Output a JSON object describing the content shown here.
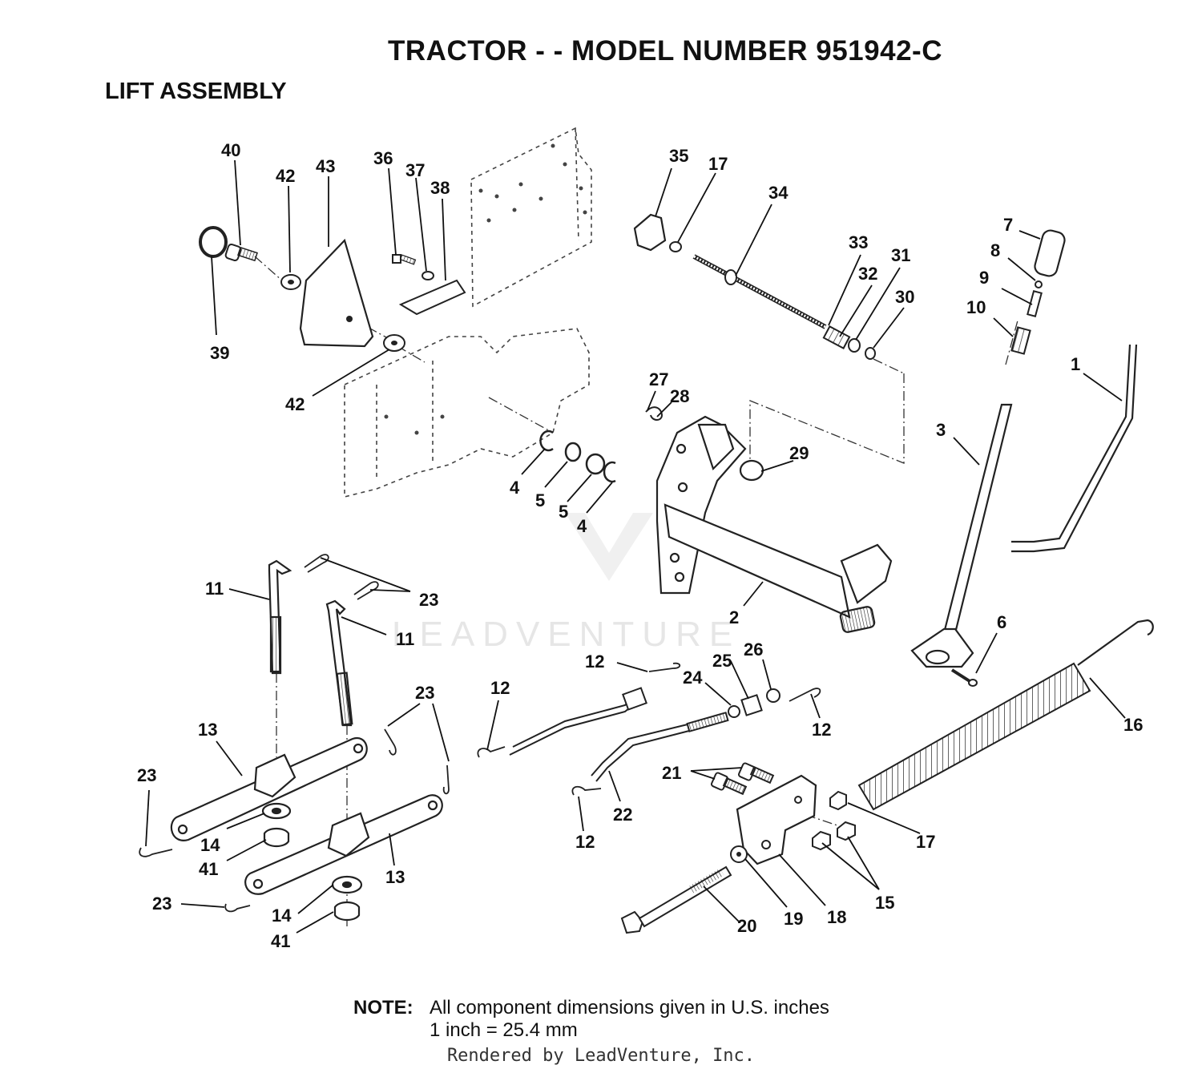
{
  "header": {
    "title": "TRACTOR - - MODEL NUMBER 951942-C",
    "subtitle": "LIFT ASSEMBLY"
  },
  "watermark": {
    "text": "LEADVENTURE"
  },
  "callouts": [
    {
      "id": "c40",
      "label": "40"
    },
    {
      "id": "c42a",
      "label": "42"
    },
    {
      "id": "c43",
      "label": "43"
    },
    {
      "id": "c36",
      "label": "36"
    },
    {
      "id": "c37",
      "label": "37"
    },
    {
      "id": "c38",
      "label": "38"
    },
    {
      "id": "c39",
      "label": "39"
    },
    {
      "id": "c42b",
      "label": "42"
    },
    {
      "id": "c35",
      "label": "35"
    },
    {
      "id": "c17a",
      "label": "17"
    },
    {
      "id": "c34",
      "label": "34"
    },
    {
      "id": "c33",
      "label": "33"
    },
    {
      "id": "c32",
      "label": "32"
    },
    {
      "id": "c31",
      "label": "31"
    },
    {
      "id": "c30",
      "label": "30"
    },
    {
      "id": "c7",
      "label": "7"
    },
    {
      "id": "c8",
      "label": "8"
    },
    {
      "id": "c9",
      "label": "9"
    },
    {
      "id": "c10",
      "label": "10"
    },
    {
      "id": "c1",
      "label": "1"
    },
    {
      "id": "c3",
      "label": "3"
    },
    {
      "id": "c27",
      "label": "27"
    },
    {
      "id": "c28",
      "label": "28"
    },
    {
      "id": "c29",
      "label": "29"
    },
    {
      "id": "c4a",
      "label": "4"
    },
    {
      "id": "c5a",
      "label": "5"
    },
    {
      "id": "c5b",
      "label": "5"
    },
    {
      "id": "c4b",
      "label": "4"
    },
    {
      "id": "c2",
      "label": "2"
    },
    {
      "id": "c6",
      "label": "6"
    },
    {
      "id": "c11a",
      "label": "11"
    },
    {
      "id": "c23a",
      "label": "23"
    },
    {
      "id": "c11b",
      "label": "11"
    },
    {
      "id": "c12a",
      "label": "12"
    },
    {
      "id": "c26",
      "label": "26"
    },
    {
      "id": "c25",
      "label": "25"
    },
    {
      "id": "c24",
      "label": "24"
    },
    {
      "id": "c12b",
      "label": "12"
    },
    {
      "id": "c23b",
      "label": "23"
    },
    {
      "id": "c13a",
      "label": "13"
    },
    {
      "id": "c12c",
      "label": "12"
    },
    {
      "id": "c16",
      "label": "16"
    },
    {
      "id": "c23c",
      "label": "23"
    },
    {
      "id": "c21",
      "label": "21"
    },
    {
      "id": "c22",
      "label": "22"
    },
    {
      "id": "c17b",
      "label": "17"
    },
    {
      "id": "c12d",
      "label": "12"
    },
    {
      "id": "c14a",
      "label": "14"
    },
    {
      "id": "c41a",
      "label": "41"
    },
    {
      "id": "c13b",
      "label": "13"
    },
    {
      "id": "c15",
      "label": "15"
    },
    {
      "id": "c23d",
      "label": "23"
    },
    {
      "id": "c14b",
      "label": "14"
    },
    {
      "id": "c18",
      "label": "18"
    },
    {
      "id": "c19",
      "label": "19"
    },
    {
      "id": "c20",
      "label": "20"
    },
    {
      "id": "c41b",
      "label": "41"
    }
  ],
  "footer": {
    "note_label": "NOTE:",
    "note_line1": "All component dimensions given in U.S. inches",
    "note_line2": "1 inch = 25.4 mm",
    "rendered_by": "Rendered by LeadVenture, Inc."
  }
}
